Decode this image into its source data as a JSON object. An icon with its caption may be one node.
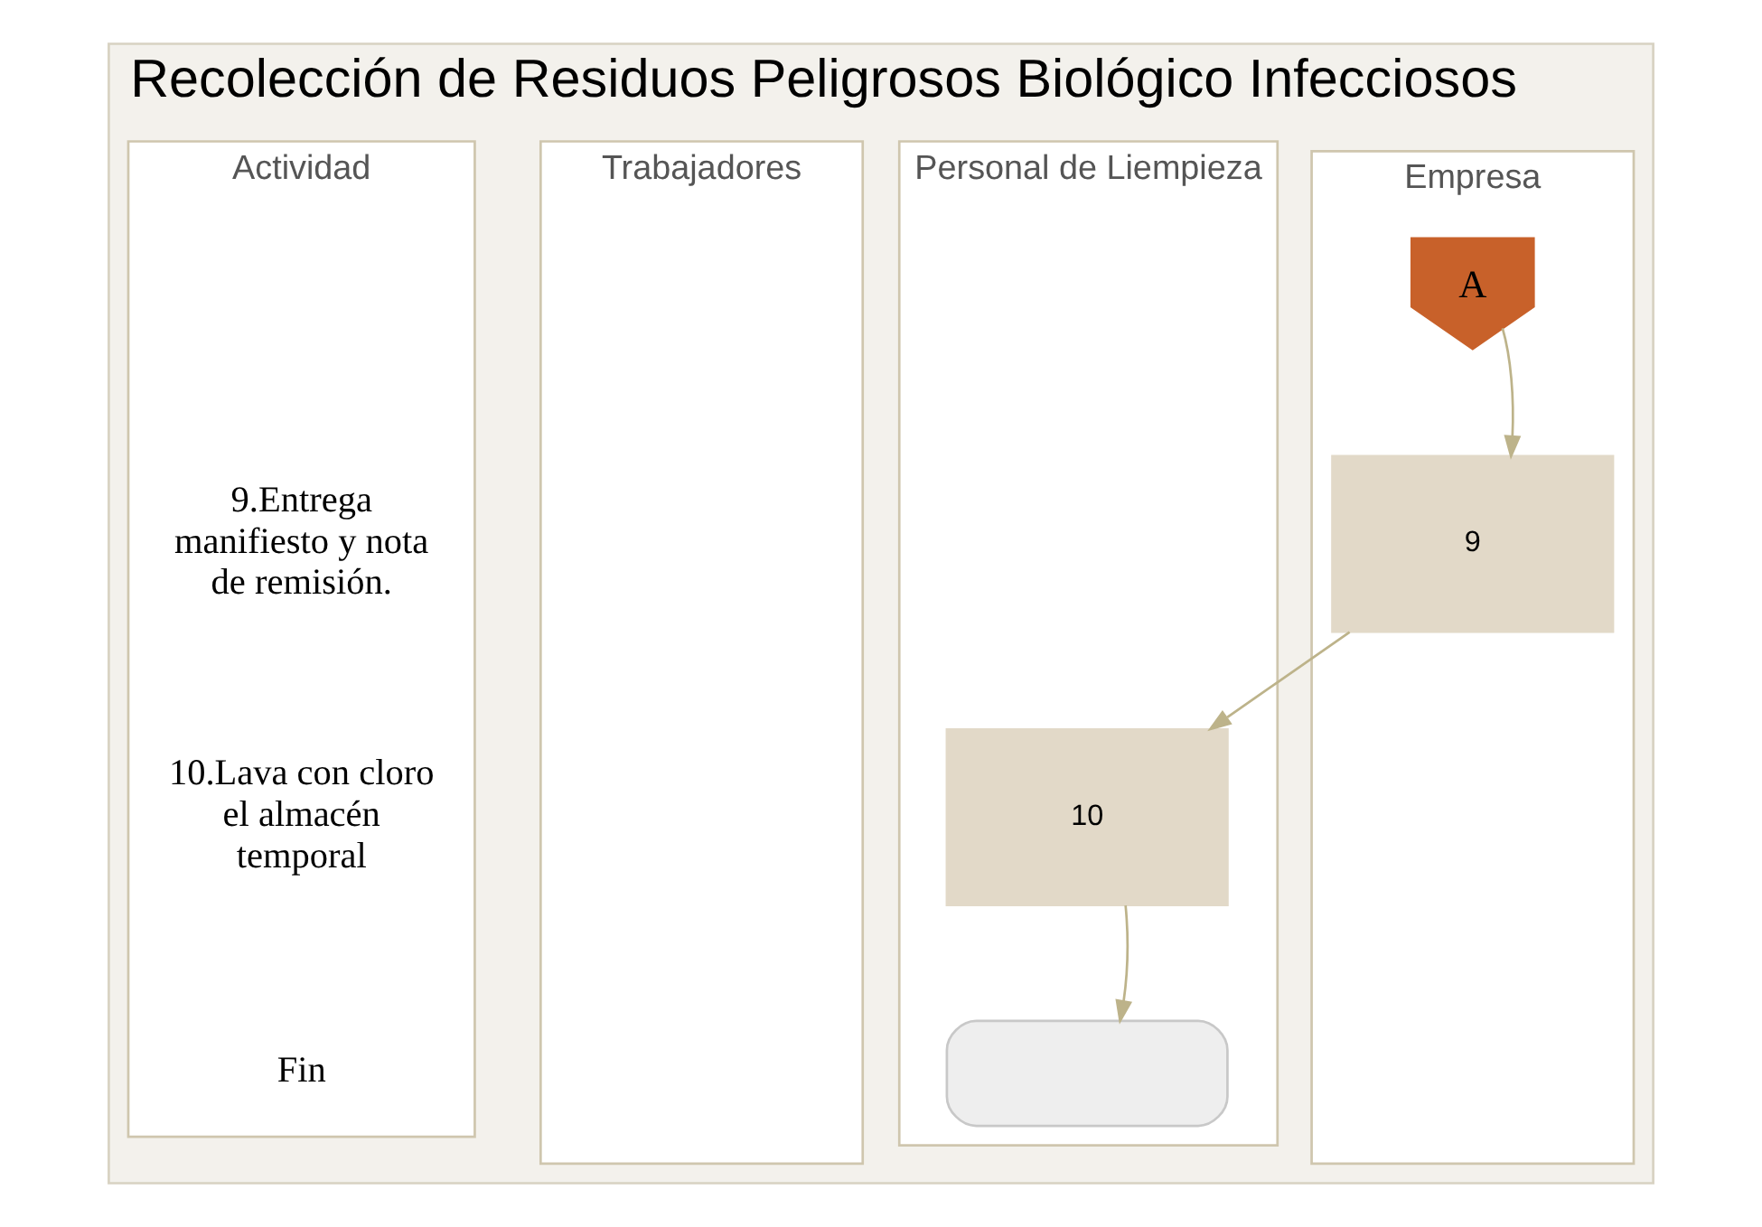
{
  "diagram": {
    "nodes": [
      {
        "text": [
          "Recolección de Residuos Peligrosos Biológico Infecciosos"
        ]
      },
      {
        "text": [
          "Actividad"
        ],
        "in": 0
      },
      {
        "text": [
          "Trabajadores"
        ],
        "in": 0
      },
      {
        "text": [
          "Personal de Liempieza"
        ],
        "in": 0
      },
      {
        "text": [
          "Empresa"
        ],
        "in": 0
      },
      {
        "text": [
          "A"
        ],
        "in": 4
      },
      {
        "text": [
          "9"
        ],
        "in": 4
      },
      {
        "text": [
          "10"
        ],
        "in": 3
      },
      {
        "text": [],
        "shape": "oval",
        "in": 3
      }
    ],
    "edges": [
      {
        "from": 5,
        "to": 6,
        "arrow": "to"
      },
      {
        "from": 6,
        "to": 7,
        "arrow": "to"
      },
      {
        "from": 7,
        "to": 8,
        "arrow": "to"
      }
    ],
    "labels": [
      "9.Entrega manifiesto y nota de remisión.",
      "10.Lava con cloro el almacén temporal",
      "Fin"
    ]
  }
}
